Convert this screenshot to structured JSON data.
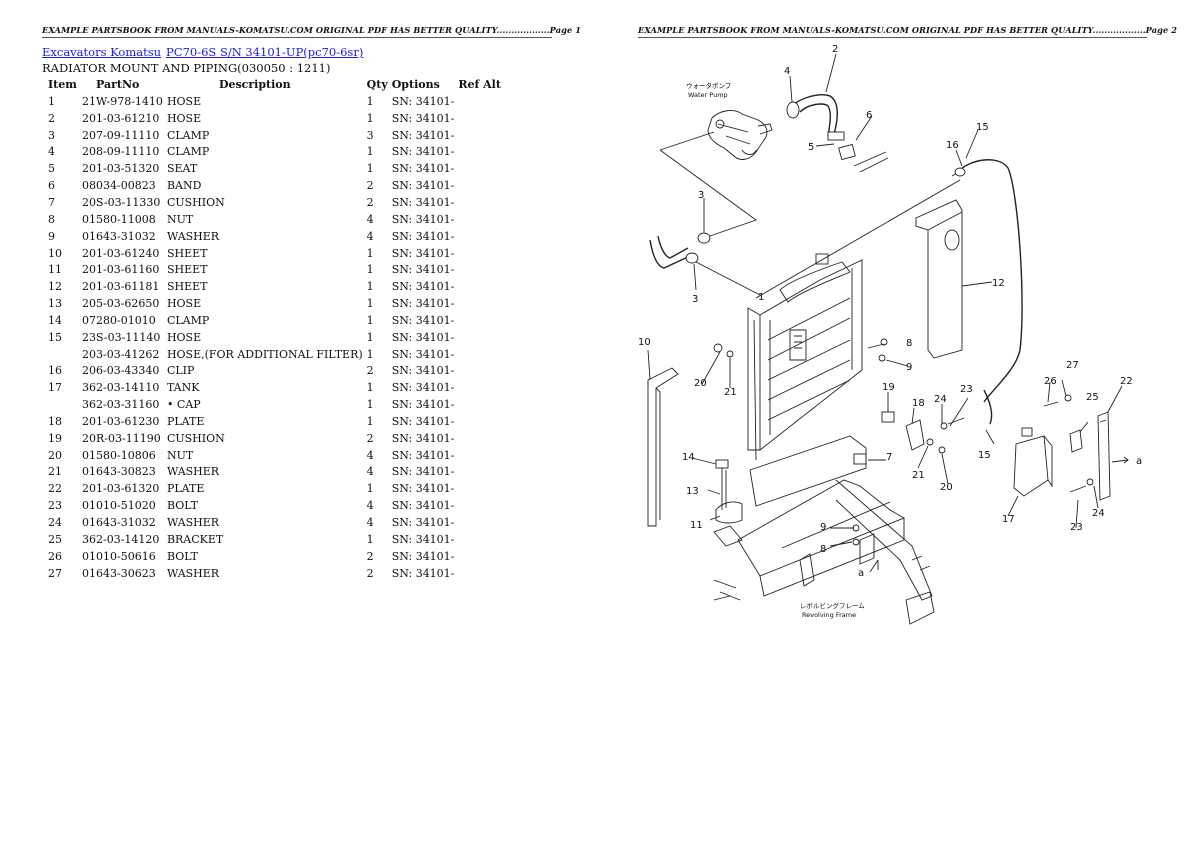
{
  "header_left": "EXAMPLE PARTSBOOK FROM MANUALS-KOMATSU.COM ORIGINAL PDF HAS BETTER QUALITY..................Page 1",
  "header_right": "EXAMPLE PARTSBOOK FROM MANUALS-KOMATSU.COM ORIGINAL PDF HAS BETTER QUALITY..................Page 2",
  "breadcrumb": {
    "link1": "Excavators Komatsu",
    "link2": "PC70-6S S/N 34101-UP(pc70-6sr)"
  },
  "subtitle": "RADIATOR MOUNT AND PIPING(030050 : 1211)",
  "table": {
    "headers": [
      "Item",
      "PartNo",
      "Description",
      "Qty",
      "Options",
      "Ref Alt"
    ],
    "rows": [
      [
        "1",
        "21W-978-1410",
        "HOSE",
        "1",
        "SN: 34101-"
      ],
      [
        "2",
        "201-03-61210",
        "HOSE",
        "1",
        "SN: 34101-"
      ],
      [
        "3",
        "207-09-11110",
        "CLAMP",
        "3",
        "SN: 34101-"
      ],
      [
        "4",
        "208-09-11110",
        "CLAMP",
        "1",
        "SN: 34101-"
      ],
      [
        "5",
        "201-03-51320",
        "SEAT",
        "1",
        "SN: 34101-"
      ],
      [
        "6",
        "08034-00823",
        "BAND",
        "2",
        "SN: 34101-"
      ],
      [
        "7",
        "20S-03-11330",
        "CUSHION",
        "2",
        "SN: 34101-"
      ],
      [
        "8",
        "01580-11008",
        "NUT",
        "4",
        "SN: 34101-"
      ],
      [
        "9",
        "01643-31032",
        "WASHER",
        "4",
        "SN: 34101-"
      ],
      [
        "10",
        "201-03-61240",
        "SHEET",
        "1",
        "SN: 34101-"
      ],
      [
        "11",
        "201-03-61160",
        "SHEET",
        "1",
        "SN: 34101-"
      ],
      [
        "12",
        "201-03-61181",
        "SHEET",
        "1",
        "SN: 34101-"
      ],
      [
        "13",
        "205-03-62650",
        "HOSE",
        "1",
        "SN: 34101-"
      ],
      [
        "14",
        "07280-01010",
        "CLAMP",
        "1",
        "SN: 34101-"
      ],
      [
        "15",
        "23S-03-11140",
        "HOSE",
        "1",
        "SN: 34101-"
      ],
      [
        "",
        "203-03-41262",
        "HOSE,(FOR ADDITIONAL FILTER)",
        "1",
        "SN: 34101-"
      ],
      [
        "16",
        "206-03-43340",
        "CLIP",
        "2",
        "SN: 34101-"
      ],
      [
        "17",
        "362-03-14110",
        "TANK",
        "1",
        "SN: 34101-"
      ],
      [
        "",
        "362-03-31160",
        "• CAP",
        "1",
        "SN: 34101-"
      ],
      [
        "18",
        "201-03-61230",
        "PLATE",
        "1",
        "SN: 34101-"
      ],
      [
        "19",
        "20R-03-11190",
        "CUSHION",
        "2",
        "SN: 34101-"
      ],
      [
        "20",
        "01580-10806",
        "NUT",
        "4",
        "SN: 34101-"
      ],
      [
        "21",
        "01643-30823",
        "WASHER",
        "4",
        "SN: 34101-"
      ],
      [
        "22",
        "201-03-61320",
        "PLATE",
        "1",
        "SN: 34101-"
      ],
      [
        "23",
        "01010-51020",
        "BOLT",
        "4",
        "SN: 34101-"
      ],
      [
        "24",
        "01643-31032",
        "WASHER",
        "4",
        "SN: 34101-"
      ],
      [
        "25",
        "362-03-14120",
        "BRACKET",
        "1",
        "SN: 34101-"
      ],
      [
        "26",
        "01010-50616",
        "BOLT",
        "2",
        "SN: 34101-"
      ],
      [
        "27",
        "01643-30623",
        "WASHER",
        "2",
        "SN: 34101-"
      ]
    ]
  },
  "diagram": {
    "callouts": [
      "1",
      "2",
      "3",
      "3",
      "4",
      "5",
      "6",
      "7",
      "8",
      "8",
      "9",
      "9",
      "10",
      "11",
      "12",
      "13",
      "14",
      "15",
      "15",
      "16",
      "17",
      "18",
      "19",
      "20",
      "20",
      "21",
      "21",
      "22",
      "23",
      "23",
      "24",
      "24",
      "25",
      "26",
      "27",
      "a",
      "a"
    ],
    "labels": {
      "water_pump_jp": "ウォータポンプ",
      "water_pump": "Water Pump",
      "frame_jp": "レボルビングフレーム",
      "frame": "Revolving Frame"
    }
  }
}
